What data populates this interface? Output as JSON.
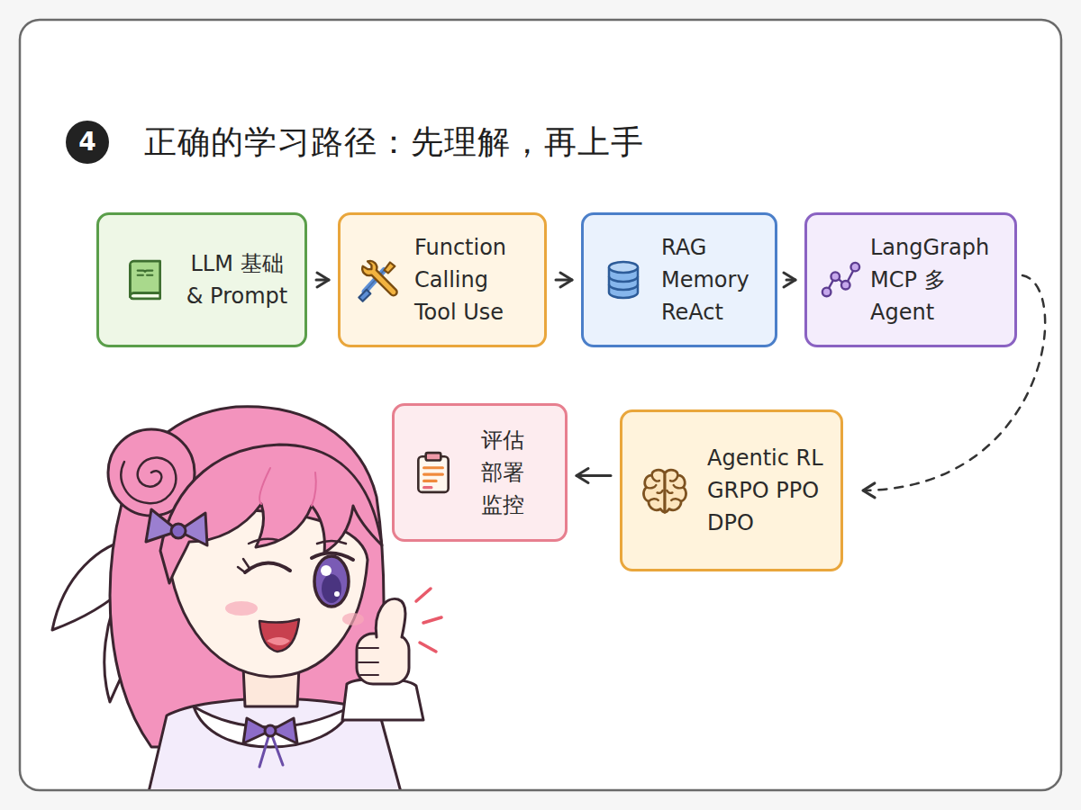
{
  "diagram": {
    "title": "正确的学习路径：先理解，再上手",
    "nodes": [
      {
        "text": [
          "LLM 基础 & Prompt"
        ]
      },
      {
        "text": [
          "Function Calling Tool Use"
        ]
      },
      {
        "text": [
          "RAG Memory ReAct"
        ]
      },
      {
        "text": [
          "LangGraph MCP 多 Agent"
        ]
      },
      {
        "text": [
          "Agentic RL GRPO PPO DPO"
        ]
      },
      {
        "text": [
          "评估 部署 监控"
        ]
      }
    ],
    "edges": [
      {
        "from": 0,
        "to": 1,
        "arrow": "to"
      },
      {
        "from": 1,
        "to": 2,
        "arrow": "to"
      },
      {
        "from": 2,
        "to": 3,
        "arrow": "to"
      },
      {
        "from": 3,
        "to": 4,
        "arrow": "to"
      },
      {
        "from": 4,
        "to": 5,
        "arrow": "to"
      }
    ],
    "labels": [
      "4"
    ]
  }
}
